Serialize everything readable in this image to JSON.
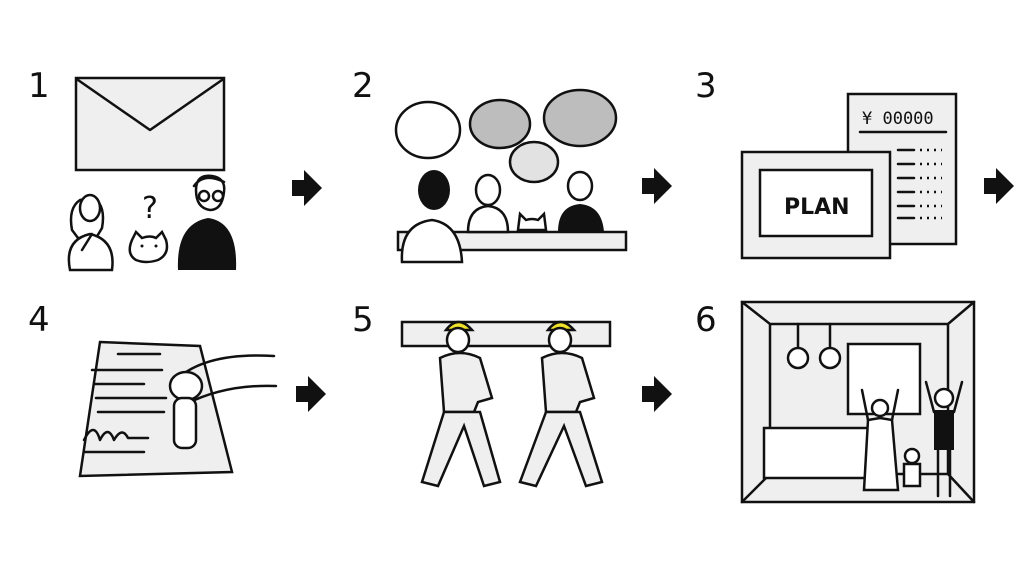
{
  "steps": [
    {
      "number": "1",
      "caption_marks": "?"
    },
    {
      "number": "2"
    },
    {
      "number": "3",
      "price": "¥ 00000",
      "plan_label": "PLAN"
    },
    {
      "number": "4"
    },
    {
      "number": "5"
    },
    {
      "number": "6"
    }
  ],
  "colors": {
    "helmet": "#f0e12a",
    "paper": "#efefef",
    "bubble_gray": "#bdbdbd",
    "ink": "#111111"
  }
}
